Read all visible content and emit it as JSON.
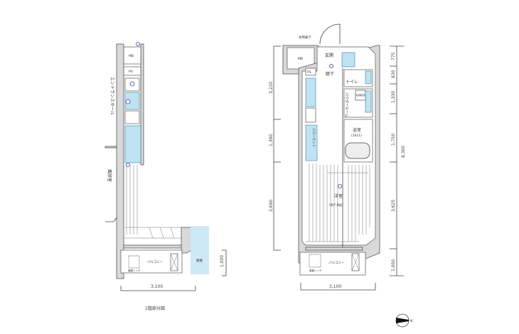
{
  "colors": {
    "wall": "#d9d9d9",
    "water_area": "#bfe3f2",
    "planting": "#cfe8f5",
    "line": "#444444"
  },
  "upper_plan": {
    "labels": {
      "corridor_shared": "共用廊下",
      "mb": "MB",
      "ps": "PS",
      "entrance": "玄関",
      "hall": "廊下",
      "toilet": "トイレ",
      "powder_room": "パウダールーム",
      "laundry": "洗濯機置場",
      "bath": "浴室",
      "bath_size": "(1611)",
      "western_room": "洋室",
      "western_room_size": "(約7.8帖)",
      "balcony": "バルコニー",
      "hatch": "避難ハッチ",
      "closet": "クローゼット"
    },
    "dimensions": {
      "width": "3,100",
      "left": [
        "3,220",
        "1,390",
        "2,690"
      ],
      "right": [
        "775",
        "820",
        "1,330",
        "1,750",
        "3,625",
        "1,000"
      ],
      "total": "8,300"
    }
  },
  "ground_plan": {
    "labels": {
      "mb": "MB",
      "ps": "PS",
      "entrance_hall": "エントランスホール",
      "windbreak_room": "風除室",
      "balcony": "バルコニー",
      "planting": "植栽",
      "hatch": "避難ハッチ"
    },
    "dimensions": {
      "width": "3,100",
      "depth": "1,000"
    },
    "caption": "1階部分図"
  },
  "compass": {
    "label": "N",
    "icon": "north-arrow-icon"
  }
}
